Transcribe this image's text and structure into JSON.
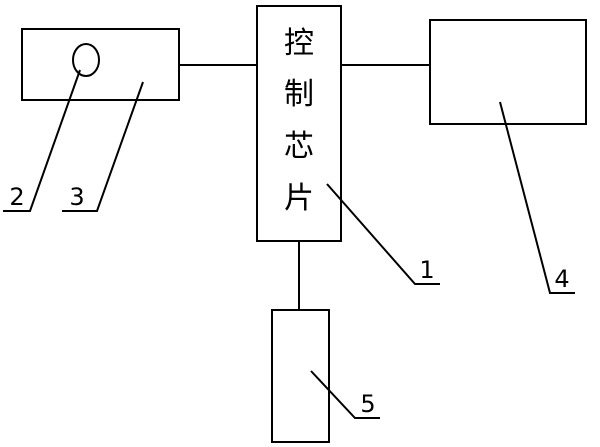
{
  "chip_label": [
    "控",
    "制",
    "芯",
    "片"
  ],
  "labels": {
    "chip": "1",
    "indicator": "2",
    "left_module": "3",
    "right_module": "4",
    "bottom_module": "5"
  }
}
